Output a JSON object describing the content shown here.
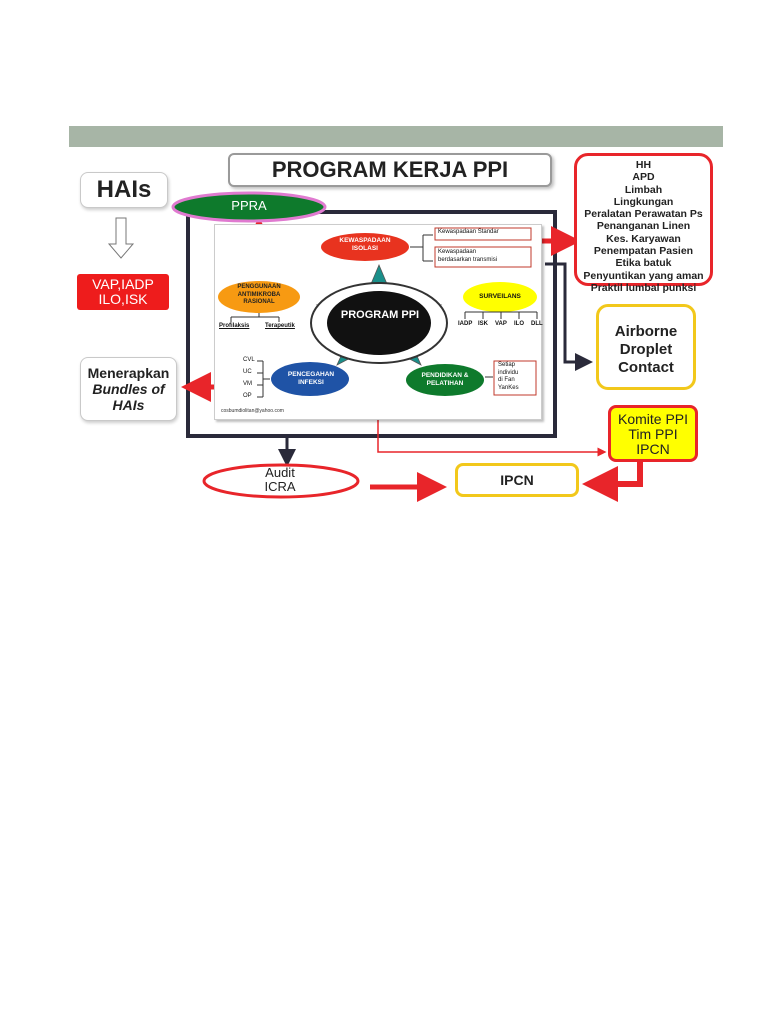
{
  "title": "PROGRAM KERJA PPI",
  "hais": "HAIs",
  "ppra": "PPRA",
  "vap": {
    "line1": "VAP,IADP",
    "line2": "ILO,ISK"
  },
  "menerapkan": {
    "line1": "Menerapkan",
    "line2": "Bundles of",
    "line3": "HAIs"
  },
  "hh_list": [
    "HH",
    "APD",
    "Limbah",
    "Lingkungan",
    "Peralatan Perawatan Ps",
    "Penanganan Linen",
    "Kes. Karyawan",
    "Penempatan Pasien",
    "Etika batuk",
    "Penyuntikan yang aman",
    "Praktil lumbal punksi"
  ],
  "airborne": [
    "Airborne",
    "Droplet",
    "Contact"
  ],
  "komite": [
    "Komite PPI",
    "Tim PPI",
    "IPCN"
  ],
  "audit": {
    "line1": "Audit",
    "line2": "ICRA"
  },
  "ipcn": "IPCN",
  "center": "PROGRAM PPI",
  "nodes": {
    "kewaspadaan": [
      "KEWASPADAAN",
      "ISOLASI"
    ],
    "kewaspadaan_standar": "Kewaspadaan Standar",
    "kewaspadaan_transmisi": [
      "Kewaspadaan",
      "berdasarkan transmisi"
    ],
    "surveilans": "SURVEILANS",
    "surveilans_items": [
      "IADP",
      "ISK",
      "VAP",
      "ILO",
      "DLL"
    ],
    "penggunaan": [
      "PENGGUNAAN",
      "ANTIMIKROBA",
      "RASIONAL"
    ],
    "profilaksis": "Profilaksis",
    "terapeutik": "Terapeutik",
    "pencegahan": [
      "PENCEGAHAN",
      "INFEKSI"
    ],
    "pencegahan_items": [
      "CVL",
      "UC",
      "VM",
      "OP"
    ],
    "pendidikan": [
      "PENDIDIKAN &",
      "PELATIHAN"
    ],
    "setiap": [
      "Setiap",
      "individu",
      "di Fan",
      "YanKes"
    ],
    "email": "cosbumdiolitan@yahoo.com"
  },
  "colors": {
    "red": "#e8252a",
    "green": "#0e7a2c",
    "yellow": "#f2c81b",
    "orange": "#f79a12",
    "blue": "#1f53a6",
    "teal": "#1a8f8a",
    "bar": "#a7b5a6"
  }
}
